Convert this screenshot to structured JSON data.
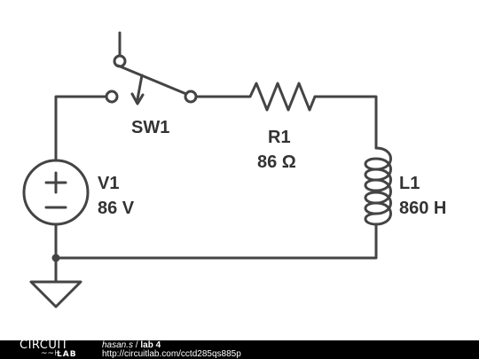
{
  "colors": {
    "wire": "#444444",
    "label": "#333333",
    "footer_bg": "#000000",
    "footer_text": "#ffffff"
  },
  "components": {
    "switch": {
      "name": "SW1"
    },
    "resistor": {
      "name": "R1",
      "value": "86 Ω"
    },
    "voltage_source": {
      "name": "V1",
      "value": "86 V",
      "plus": "+",
      "minus": "−"
    },
    "inductor": {
      "name": "L1",
      "value": "860 H"
    },
    "ground": {
      "symbol": "ground-symbol"
    }
  },
  "footer": {
    "logo_top": "CIRCUIT",
    "logo_glyph": "~~⊢",
    "logo_bottom": "LAB",
    "author": "hasan.s",
    "separator": " / ",
    "title": "lab 4",
    "url": "http://circuitlab.com/cctd285qs885p"
  }
}
